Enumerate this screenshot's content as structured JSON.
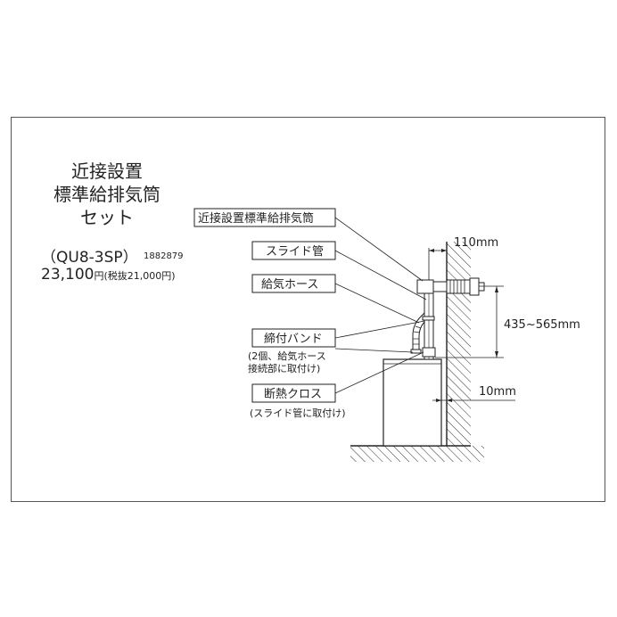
{
  "title_lines": [
    "近接設置",
    "標準給排気筒",
    "セット"
  ],
  "model": "（QU8-3SP）",
  "code": "1882879",
  "price": "23,100",
  "price_unit": "円",
  "price_note": "(税抜21,000円)",
  "labels": {
    "exhaust_pipe": "近接設置標準給排気筒",
    "slide_pipe": "スライド管",
    "intake_hose": "給気ホース",
    "band": "締付バンド",
    "band_note1": "(2個、給気ホース",
    "band_note2": "接続部に取付け)",
    "insulation": "断熱クロス",
    "insulation_note": "(スライド管に取付け)"
  },
  "dimensions": {
    "width_top": "110mm",
    "height": "435~565mm",
    "gap": "10mm"
  }
}
